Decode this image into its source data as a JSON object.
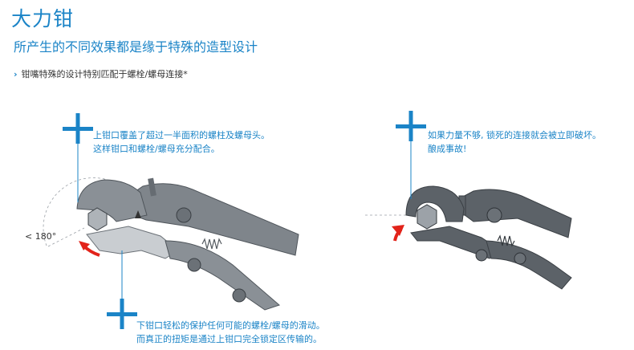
{
  "header": {
    "title": "大力钳",
    "subtitle": "所产生的不同效果都是缘于特殊的造型设计",
    "bullet_marker": "›",
    "bullet": "钳嘴特殊的设计特别匹配于螺栓/螺母连接*"
  },
  "left_diagram": {
    "note_top_line1": "上钳口覆盖了超过一半面积的螺柱及螺母头。",
    "note_top_line2": "这样钳口和螺栓/螺母充分配合。",
    "angle_label": "< 180°",
    "note_bottom_line1": "下钳口轻松的保护任何可能的螺栓/螺母的滑动。",
    "note_bottom_line2": "而真正的扭矩是通过上钳口完全锁定区传输的。"
  },
  "right_diagram": {
    "note_line1": "如果力量不够, 锁死的连接就会被立即破坏。",
    "note_line2": "酿成事故!"
  },
  "colors": {
    "accent_blue": "#1b84c7",
    "plier_gray": "#7f858b",
    "plier_dark": "#555b61",
    "arrow_red": "#e2231a"
  }
}
